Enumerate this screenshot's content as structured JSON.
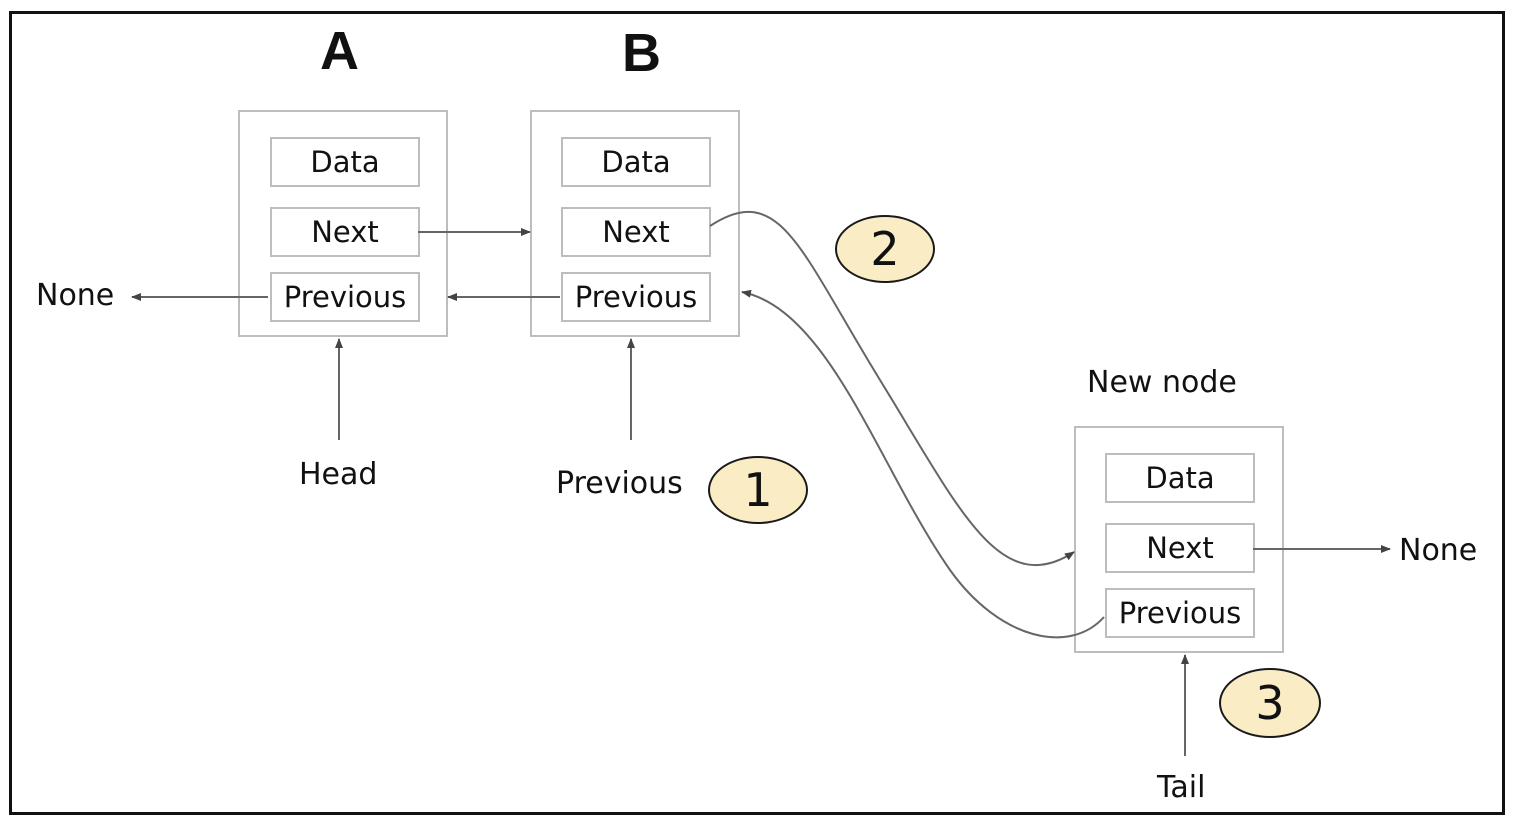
{
  "nodes": {
    "a": {
      "title": "A",
      "data": "Data",
      "next": "Next",
      "previous": "Previous"
    },
    "b": {
      "title": "B",
      "data": "Data",
      "next": "Next",
      "previous": "Previous"
    },
    "new_node": {
      "title": "New node",
      "data": "Data",
      "next": "Next",
      "previous": "Previous"
    }
  },
  "labels": {
    "none_left": "None",
    "none_right": "None",
    "head": "Head",
    "previous_pointer": "Previous",
    "tail": "Tail"
  },
  "steps": [
    "1",
    "2",
    "3"
  ],
  "colors": {
    "arrow": "#555555",
    "box_border": "#bdbdbd",
    "step_fill": "#faecc4"
  }
}
